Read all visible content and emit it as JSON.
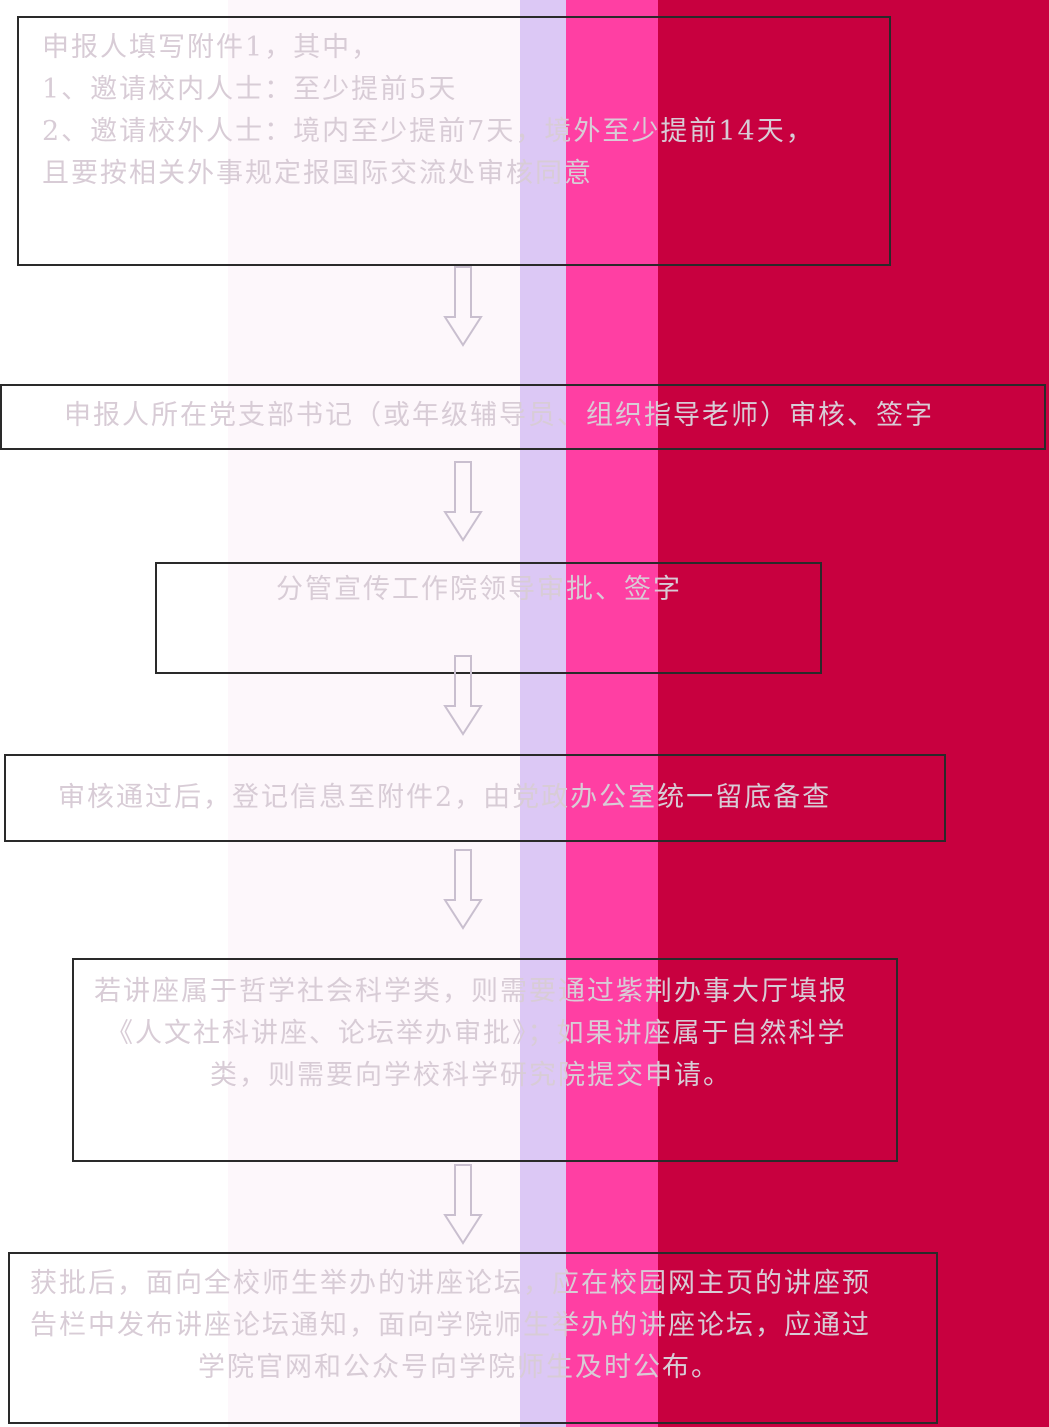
{
  "steps": [
    {
      "line1": "申报人填写附件1，其中，",
      "line2": "1、邀请校内人士：至少提前5天",
      "line3": "2、邀请校外人士：境内至少提前7天，境外至少提前14天，",
      "line4": "且要按相关外事规定报国际交流处审核同意"
    },
    {
      "text": "申报人所在党支部书记（或年级辅导员、组织指导老师）审核、签字"
    },
    {
      "text": "分管宣传工作院领导审批、签字"
    },
    {
      "text": "审核通过后，登记信息至附件2，由党政办公室统一留底备查"
    },
    {
      "line1": "若讲座属于哲学社会科学类，则需要通过紫荆办事大厅填报",
      "line2": "《人文社科讲座、论坛举办审批》；如果讲座属于自然科学",
      "line3": "类，则需要向学校科学研究院提交申请。"
    },
    {
      "line1": "获批后，面向全校师生举办的讲座论坛，应在校园网主页的讲座预",
      "line2": "告栏中发布讲座论坛通知，面向学院师生举办的讲座论坛，应通过",
      "line3": "学院官网和公众号向学院师生及时公布。"
    }
  ]
}
